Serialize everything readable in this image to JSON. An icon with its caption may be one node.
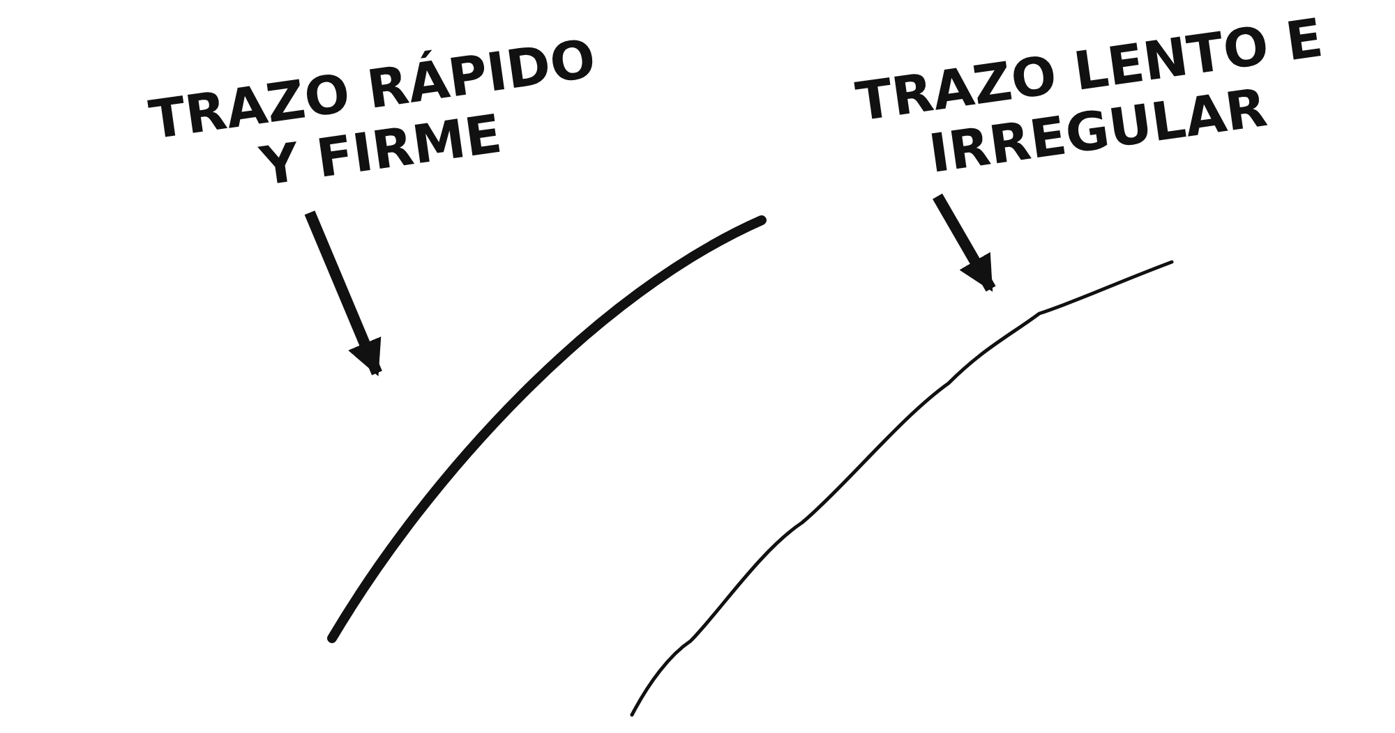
{
  "diagram": {
    "nodes": [
      {
        "text": [
          "TRAZO RÁPIDO Y FIRME"
        ]
      },
      {
        "text": [],
        "shape": "line"
      },
      {
        "text": [
          "TRAZO LENTO E IRREGULAR"
        ]
      },
      {
        "text": [],
        "shape": "line"
      }
    ],
    "edges": [
      {
        "from": 0,
        "to": 1,
        "arrow": "to"
      },
      {
        "from": 2,
        "to": 3,
        "arrow": "to"
      }
    ]
  }
}
